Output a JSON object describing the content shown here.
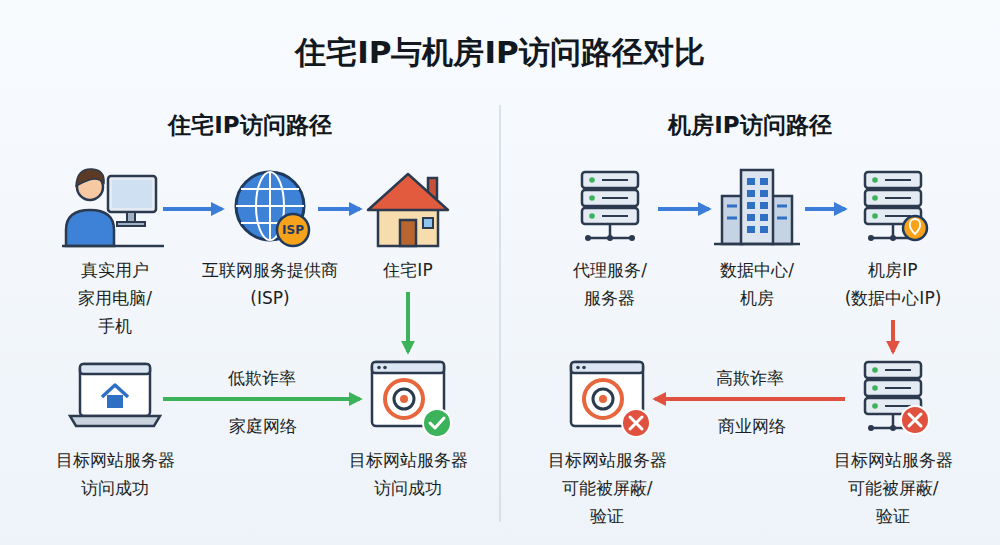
{
  "diagram": {
    "title": "住宅IP与机房IP访问路径对比",
    "nodes": [
      {
        "text": [
          "真实用户 家用电脑/手机"
        ]
      },
      {
        "text": [
          "互联网服务提供商 (ISP)"
        ]
      },
      {
        "text": [
          "住宅IP"
        ]
      },
      {
        "text": [
          "目标网站服务器 访问成功"
        ]
      },
      {
        "text": [
          "目标网站服务器 访问成功"
        ]
      },
      {
        "text": [
          "代理服务/服务器"
        ]
      },
      {
        "text": [
          "数据中心/机房"
        ]
      },
      {
        "text": [
          "机房IP (数据中心IP)"
        ]
      },
      {
        "text": [
          "目标网站服务器 可能被屏蔽/验证"
        ]
      },
      {
        "text": [
          "目标网站服务器 可能被屏蔽/验证"
        ]
      }
    ],
    "edges": [
      {
        "from": 0,
        "to": 1,
        "arrow": "to"
      },
      {
        "from": 1,
        "to": 2,
        "arrow": "to"
      },
      {
        "from": 2,
        "to": 4,
        "arrow": "to"
      },
      {
        "from": 3,
        "to": 4,
        "arrow": "to",
        "label": "低欺诈率"
      },
      {
        "from": 5,
        "to": 6,
        "arrow": "to"
      },
      {
        "from": 6,
        "to": 7,
        "arrow": "to"
      },
      {
        "from": 7,
        "to": 9,
        "arrow": "to"
      },
      {
        "from": 9,
        "to": 8,
        "arrow": "to",
        "label": "高欺诈率"
      }
    ],
    "labels": [
      "住宅IP访问路径",
      "机房IP访问路径",
      "家庭网络",
      "商业网络",
      "ISP"
    ]
  }
}
